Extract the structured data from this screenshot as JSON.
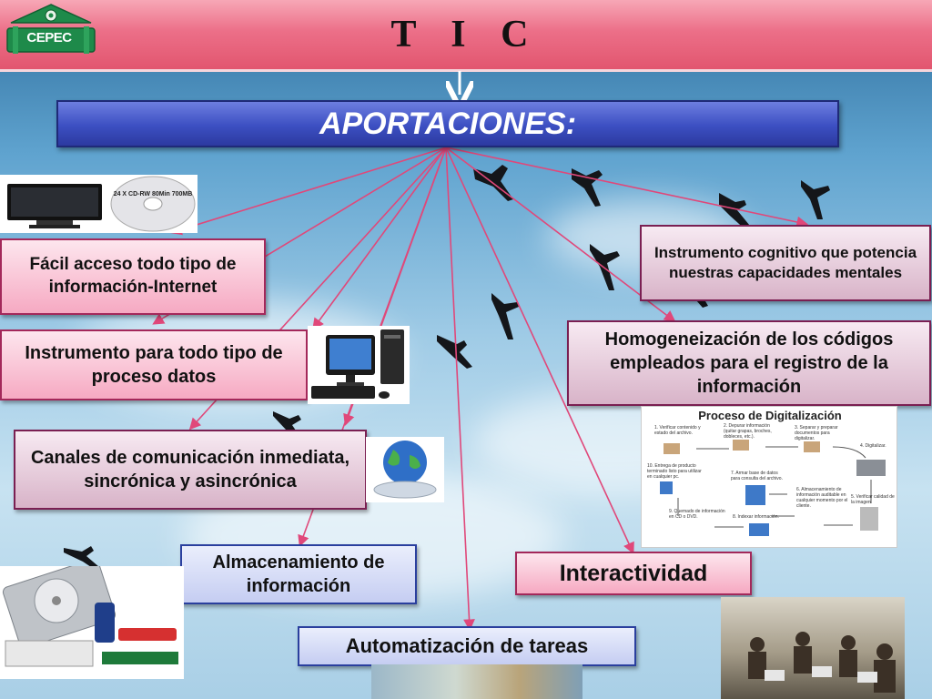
{
  "header": {
    "title": "T I C",
    "logo_text": "CEPEC"
  },
  "main": {
    "label": "APORTACIONES:"
  },
  "items": [
    {
      "id": "internet",
      "label": "Fácil acceso todo tipo de información-Internet"
    },
    {
      "id": "proceso",
      "label": "Instrumento para todo tipo de proceso datos"
    },
    {
      "id": "canales",
      "label": "Canales de comunicación inmediata, sincrónica y asincrónica"
    },
    {
      "id": "almacenamiento",
      "label": "Almacenamiento de información"
    },
    {
      "id": "automatizacion",
      "label": "Automatización de tareas"
    },
    {
      "id": "interactividad",
      "label": "Interactividad"
    },
    {
      "id": "homogeneizacion",
      "label": "Homogeneización de los códigos empleados para el registro de la información"
    },
    {
      "id": "cognitivo",
      "label": "Instrumento cognitivo que potencia nuestras capacidades mentales"
    }
  ],
  "digitalizacion": {
    "title": "Proceso de Digitalización",
    "steps": [
      "1. Verificar contenido y estado del archivo.",
      "2. Depurar información (quitar grapas, broches, dobleces, etc.).",
      "3. Separar y preparar documentos para digitalizar.",
      "4. Digitalizar.",
      "5. Verificar calidad de la imagen.",
      "6. Almacenamiento de información auditable en cualquier momento por el cliente.",
      "7. Armar base de datos para consulta del archivo.",
      "8. Indexar información.",
      "9. Quemado de información en CD o DVD.",
      "10. Entrega de producto terminado listo para utilizar en cualquier pc."
    ]
  },
  "cd_label": "24 X CD-RW 80Min 700MB",
  "colors": {
    "header": "#e2566f",
    "main_box": "#3c4fc2",
    "connector": "#e0487a"
  }
}
